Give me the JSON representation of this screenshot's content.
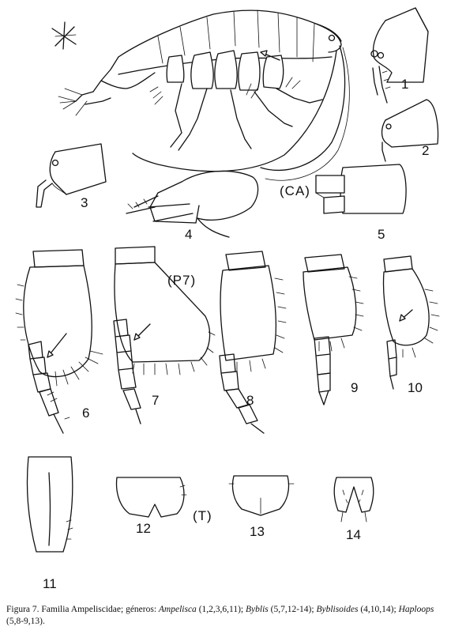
{
  "figure": {
    "group_labels": {
      "ca": "(CA)",
      "p7": "(P7)",
      "t": "(T)"
    },
    "panel_numbers": [
      "1",
      "2",
      "3",
      "4",
      "5",
      "6",
      "7",
      "8",
      "9",
      "10",
      "11",
      "12",
      "13",
      "14"
    ],
    "caption": {
      "prefix": "Figura 7. Familia Ampeliscidae; géneros: ",
      "genus1": "Ampelisca",
      "nums1": " (1,2,3,6,11); ",
      "genus2": "Byblis",
      "nums2": " (5,7,12-14); ",
      "genus3": "Byblisoides",
      "nums3": " (4,10,14); ",
      "genus4": "Haploops",
      "nums4": " (5,8-9,13)."
    }
  }
}
